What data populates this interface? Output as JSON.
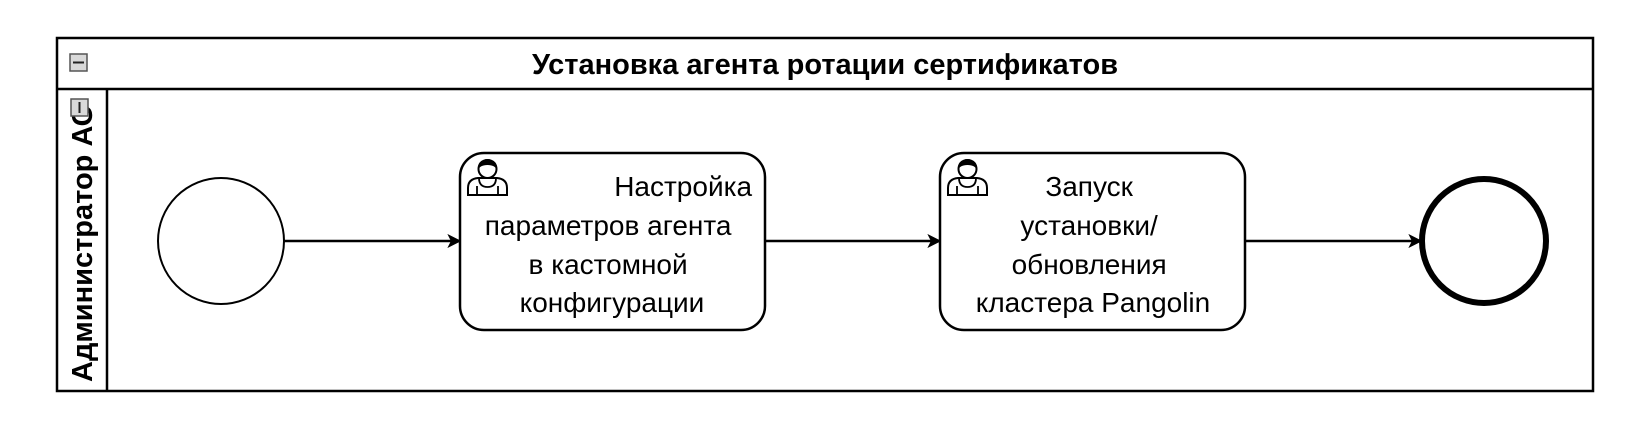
{
  "pool": {
    "title": "Установка агента ротации сертификатов",
    "lane_title": "Администратор АС"
  },
  "nodes": [
    {
      "id": "start",
      "type": "start-event"
    },
    {
      "id": "task1",
      "type": "user-task",
      "icon": "user-icon",
      "lines": [
        "Настройка",
        "параметров агента",
        "в кастомной",
        "конфигурации"
      ]
    },
    {
      "id": "task2",
      "type": "user-task",
      "icon": "user-icon",
      "lines": [
        "Запуск",
        "установки/",
        "обновления",
        "кластера Pangolin"
      ]
    },
    {
      "id": "end",
      "type": "end-event"
    }
  ],
  "flows": [
    {
      "from": "start",
      "to": "task1"
    },
    {
      "from": "task1",
      "to": "task2"
    },
    {
      "from": "task2",
      "to": "end"
    }
  ],
  "colors": {
    "stroke": "#000000",
    "fill": "#ffffff",
    "collapse_button": "#d9d9d9"
  }
}
